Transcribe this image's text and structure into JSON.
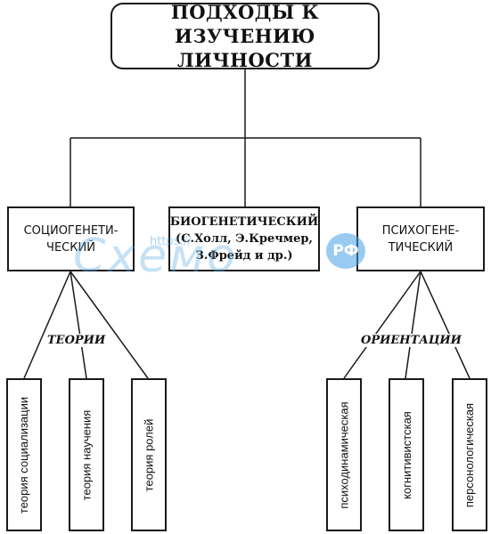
{
  "title": "ПОДХОДЫ К ИЗУЧЕНИЮ\nЛИЧНОСТИ",
  "approaches": {
    "socio": "СОЦИОГЕНЕТИ-\nЧЕСКИЙ",
    "bio": "БИОГЕНЕТИЧЕСКИЙ\n(С.Холл, Э.Кречмер,\nЗ.Фрейд и др.)",
    "psycho": "ПСИХОГЕНЕ-\nТИЧЕСКИЙ"
  },
  "labels": {
    "theories": "ТЕОРИИ",
    "orientations": "ОРИЕНТАЦИИ"
  },
  "theories": [
    "теория социализации",
    "теория научения",
    "теория ролей"
  ],
  "orientations": [
    "психодинамическая",
    "когнитивистская",
    "персонологическая"
  ],
  "watermark": {
    "text": "Схемо",
    "url": "https://",
    "badge": "РФ"
  }
}
